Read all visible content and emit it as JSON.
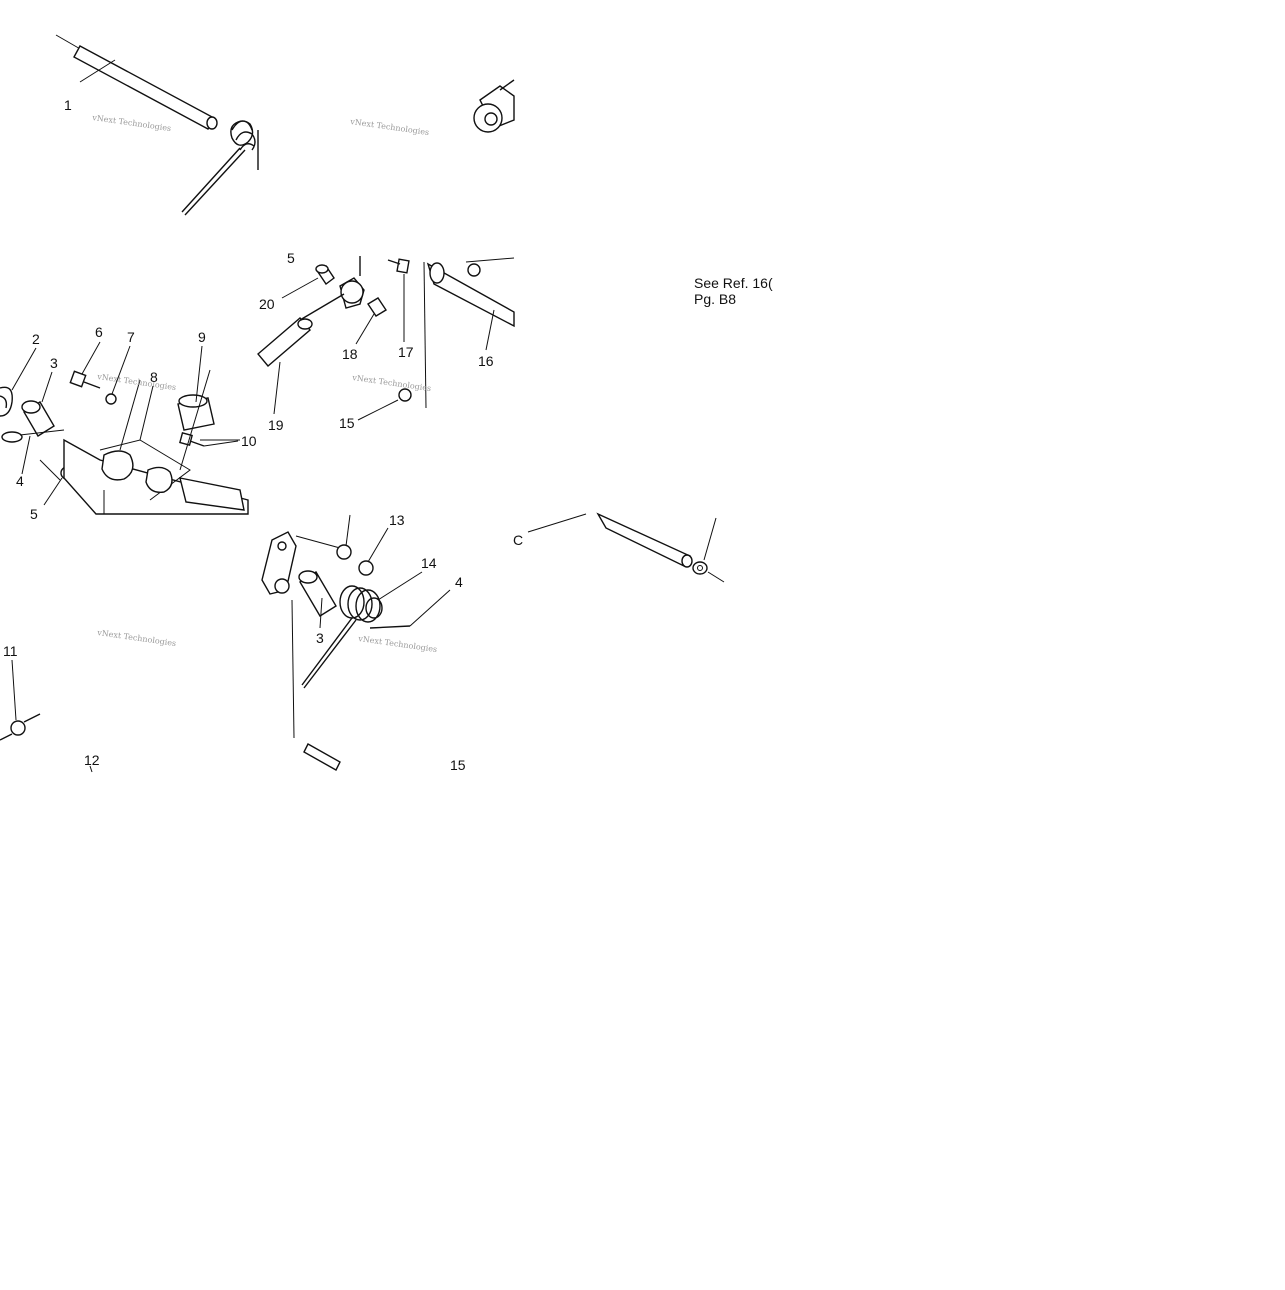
{
  "diagram": {
    "callouts": {
      "c1": "1",
      "c2": "2",
      "c3a": "3",
      "c3b": "3",
      "c4a": "4",
      "c4b": "4",
      "c5a": "5",
      "c5b": "5",
      "c6": "6",
      "c7": "7",
      "c8": "8",
      "c9": "9",
      "c10": "10",
      "c11": "11",
      "c12": "12",
      "c13": "13",
      "c14": "14",
      "c15a": "15",
      "c15b": "15",
      "c16": "16",
      "c17": "17",
      "c18": "18",
      "c19": "19",
      "c20": "20",
      "c_partial": "C"
    },
    "reference_note": {
      "line1": "See Ref. 16(",
      "line2": "Pg. B8"
    },
    "watermark_text": "vNext Technologies"
  }
}
